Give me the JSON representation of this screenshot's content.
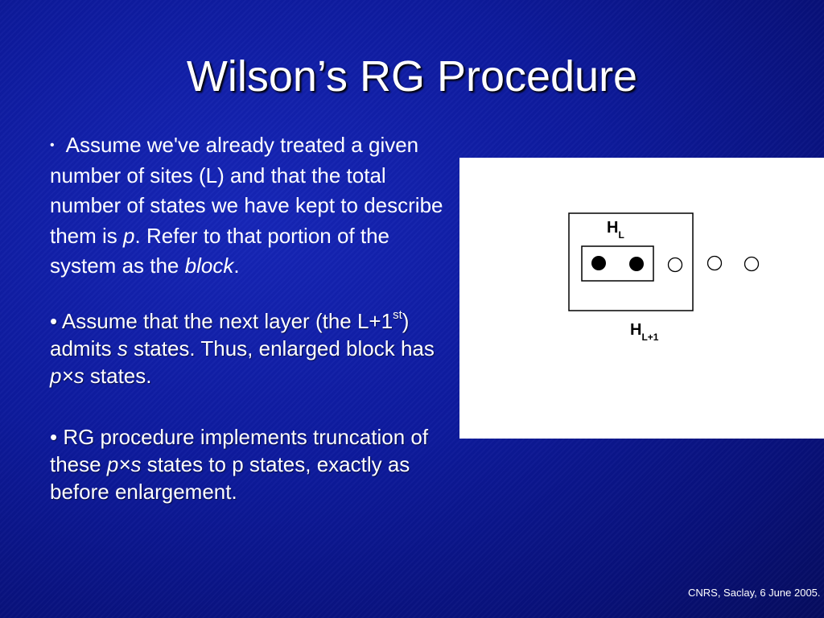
{
  "slide": {
    "title": "Wilson’s RG Procedure",
    "bullet1": {
      "marker": "•",
      "text_before": "Assume we've already treated a given number of sites (L) and that the total number of states we have kept to describe them is ",
      "var_p": "p",
      "text_middle": ". Refer to that portion of the system as the ",
      "block_word": "block",
      "text_after": "."
    },
    "bullet2": {
      "text_before": "• Assume that the next layer (the L+1",
      "sup": "st",
      "text_middle": ") admits ",
      "var_s": "s",
      "text_after_s": " states. Thus, enlarged block has ",
      "var_pxs": "p×s",
      "text_end": " states."
    },
    "bullet3": {
      "text_before": "• RG procedure implements truncation of these ",
      "var_pxs": "p×s",
      "text_after": " states to p states, exactly as before enlargement."
    },
    "figure": {
      "label_h": "H",
      "label_l_sub": "L",
      "label_l1_sub": "L+1",
      "filled_sites": 2,
      "open_sites": 3
    },
    "footer": "CNRS, Saclay, 6 June 2005."
  }
}
